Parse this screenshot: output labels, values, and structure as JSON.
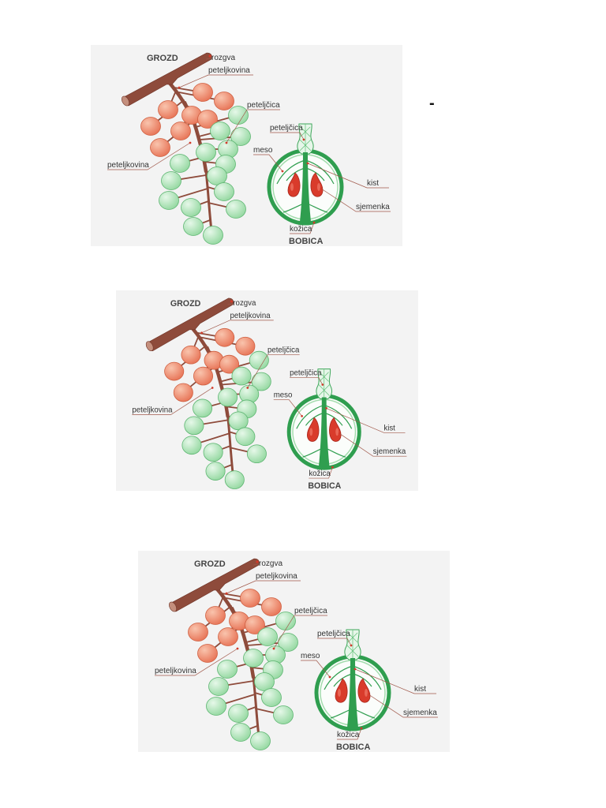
{
  "page_mark": "-",
  "colors": {
    "branch": "#8e4b3b",
    "berry_orange": "#e8775a",
    "berry_green": "#97d9a3",
    "ring_green": "#2f9e4f",
    "seed_red": "#d93b2b",
    "leader_line": "#a0584a",
    "diagram_background": "#f3f3f3"
  },
  "figures": [
    {
      "labels": {
        "grozd": "GROZD",
        "rozgva": "rozgva",
        "peteljkovina_top": "peteljkovina",
        "peteljcica_cluster": "peteljčica",
        "peteljcica_berry": "peteljčica",
        "meso": "meso",
        "peteljkovina_left": "peteljkovina",
        "kist": "kist",
        "sjemenka": "sjemenka",
        "kozica": "kožica",
        "bobica": "BOBICA"
      }
    },
    {
      "labels": {
        "grozd": "GROZD",
        "rozgva": "rozgva",
        "peteljkovina_top": "peteljkovina",
        "peteljcica_cluster": "peteljčica",
        "peteljcica_berry": "peteljčica",
        "meso": "meso",
        "peteljkovina_left": "peteljkovina",
        "kist": "kist",
        "sjemenka": "sjemenka",
        "kozica": "kožica",
        "bobica": "BOBICA"
      }
    },
    {
      "labels": {
        "grozd": "GROZD",
        "rozgva": "rozgva",
        "peteljkovina_top": "peteljkovina",
        "peteljcica_cluster": "peteljčica",
        "peteljcica_berry": "peteljčica",
        "meso": "meso",
        "peteljkovina_left": "peteljkovina",
        "kist": "kist",
        "sjemenka": "sjemenka",
        "kozica": "kožica",
        "bobica": "BOBICA"
      }
    }
  ]
}
